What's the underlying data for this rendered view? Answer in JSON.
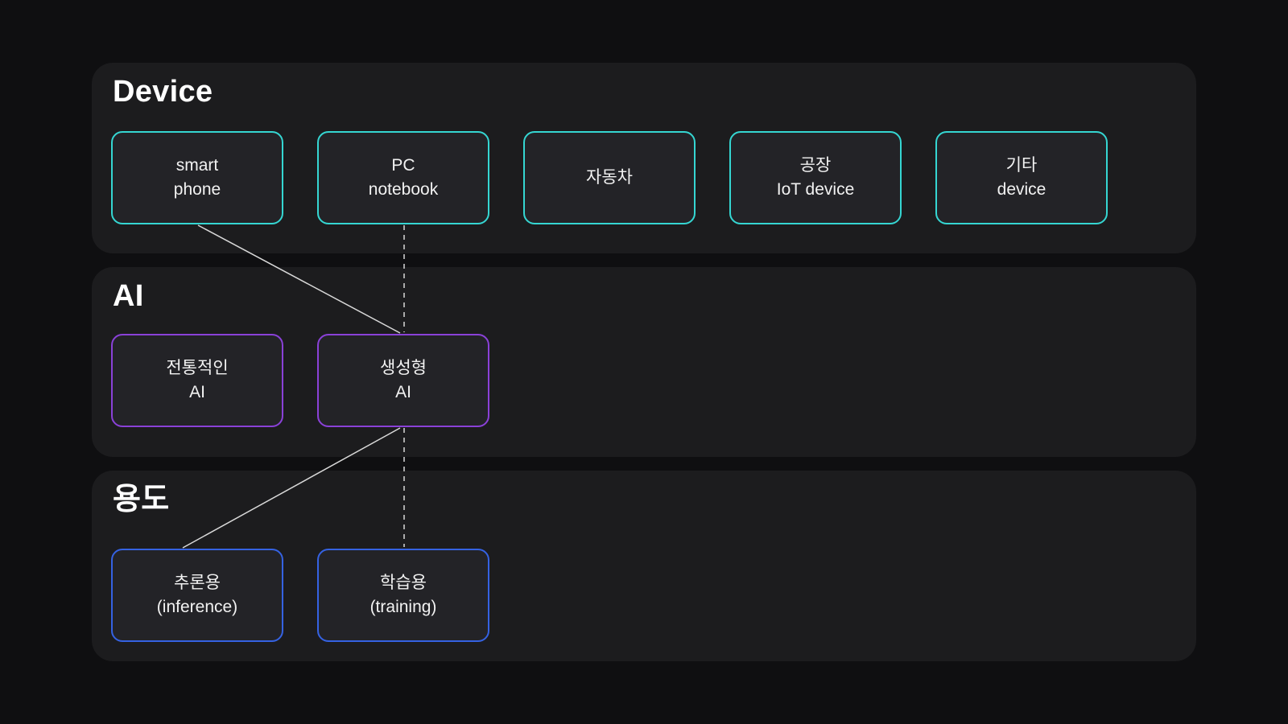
{
  "sections": [
    {
      "title": "Device",
      "accent_color": "#35d6d2",
      "boxes": [
        {
          "line1": "smart",
          "line2": "phone"
        },
        {
          "line1": "PC",
          "line2": "notebook"
        },
        {
          "line1": "자동차",
          "line2": ""
        },
        {
          "line1": "공장",
          "line2": "IoT device"
        },
        {
          "line1": "기타",
          "line2": "device"
        }
      ]
    },
    {
      "title": "AI",
      "accent_color": "#8a41d8",
      "boxes": [
        {
          "line1": "전통적인",
          "line2": "AI"
        },
        {
          "line1": "생성형",
          "line2": "AI"
        }
      ]
    },
    {
      "title": "용도",
      "accent_color": "#3562e2",
      "boxes": [
        {
          "line1": "추론용",
          "line2": "(inference)"
        },
        {
          "line1": "학습용",
          "line2": "(training)"
        }
      ]
    }
  ],
  "connectors": [
    {
      "from": "smart phone",
      "to": "생성형 AI",
      "style": "solid"
    },
    {
      "from": "PC notebook",
      "to": "생성형 AI",
      "style": "dashed"
    },
    {
      "from": "생성형 AI",
      "to": "추론용 (inference)",
      "style": "solid"
    },
    {
      "from": "생성형 AI",
      "to": "학습용 (training)",
      "style": "dashed"
    }
  ],
  "colors": {
    "page_background": "#0f0f11",
    "panel_background": "#1c1c1e",
    "box_background": "#232327",
    "device_accent": "#35d6d2",
    "ai_accent": "#8a41d8",
    "usage_accent": "#3562e2",
    "connector": "#d9d9d9",
    "text": "#f2f2f2"
  }
}
